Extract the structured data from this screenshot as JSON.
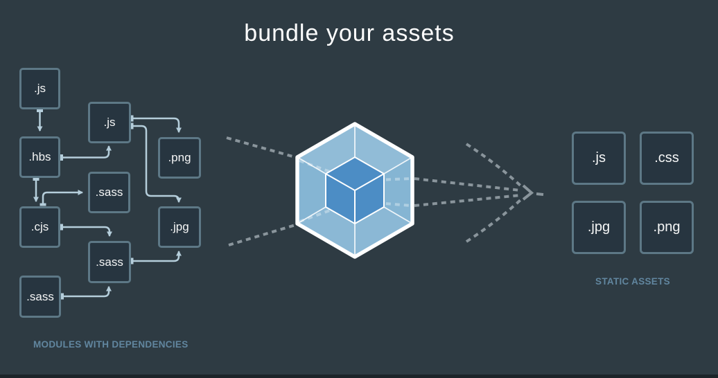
{
  "title": "bundle your assets",
  "left": {
    "caption": "MODULES WITH DEPENDENCIES",
    "boxes": [
      {
        "id": "js-top",
        "label": ".js"
      },
      {
        "id": "hbs",
        "label": ".hbs"
      },
      {
        "id": "cjs",
        "label": ".cjs"
      },
      {
        "id": "sass-bottom",
        "label": ".sass"
      },
      {
        "id": "js-mid",
        "label": ".js"
      },
      {
        "id": "sass-top",
        "label": ".sass"
      },
      {
        "id": "sass-mid",
        "label": ".sass"
      },
      {
        "id": "png",
        "label": ".png"
      },
      {
        "id": "jpg",
        "label": ".jpg"
      }
    ],
    "connections": [
      {
        "from": "js-top",
        "to": "hbs"
      },
      {
        "from": "hbs",
        "to": "js-mid"
      },
      {
        "from": "hbs",
        "to": "cjs"
      },
      {
        "from": "cjs",
        "to": "sass-top"
      },
      {
        "from": "js-mid",
        "to": "png"
      },
      {
        "from": "js-mid",
        "to": "jpg"
      },
      {
        "from": "cjs",
        "to": "sass-mid"
      },
      {
        "from": "sass-mid",
        "to": "jpg"
      },
      {
        "from": "sass-bottom",
        "to": "sass-mid"
      }
    ]
  },
  "right": {
    "caption": "STATIC ASSETS",
    "boxes": [
      {
        "id": "js",
        "label": ".js"
      },
      {
        "id": "css",
        "label": ".css"
      },
      {
        "id": "jpg",
        "label": ".jpg"
      },
      {
        "id": "png",
        "label": ".png"
      }
    ]
  },
  "logo": {
    "name": "webpack-cube"
  },
  "colors": {
    "background": "#2E3B43",
    "box_border": "#5D7886",
    "box_fill": "#273540",
    "box_text": "#F5F6F6",
    "arrow": "#B5CEDB",
    "dashed_line": "#8A959C",
    "caption_text": "#61869F",
    "title_text": "#FDFDFD",
    "cube_outer_fill": "#85B5D3",
    "cube_inner_fill": "#4C8DC5",
    "cube_stroke": "#FFFFFF"
  }
}
